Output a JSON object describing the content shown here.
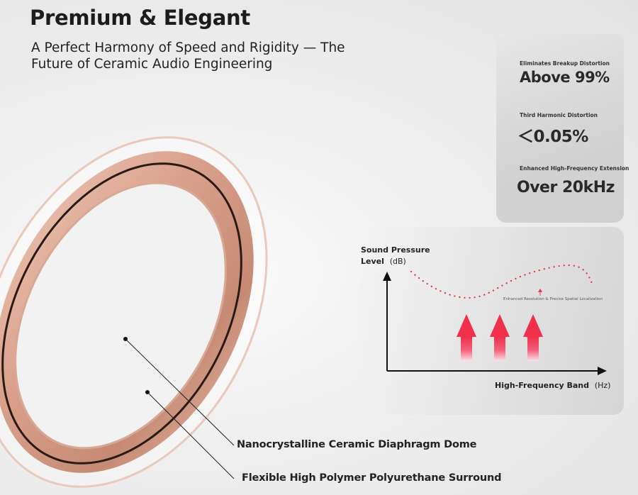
{
  "header": {
    "title": "Premium & Elegant",
    "subtitle_line1": "A Perfect Harmony of Speed and Rigidity — The",
    "subtitle_line2": "Future of Ceramic Audio Engineering"
  },
  "stats": [
    {
      "label": "Eliminates Breakup Distortion",
      "value": "Above 99%"
    },
    {
      "label": "Third Harmonic Distortion",
      "value": "＜0.05%"
    },
    {
      "label": "Enhanced High-Frequency Extension",
      "value": "Over 20kHz"
    }
  ],
  "chart": {
    "y_label_line1": "Sound Pressure",
    "y_label_line2": "Level",
    "y_unit": "(dB)",
    "x_label": "High-Frequency Band",
    "x_unit": "(Hz)",
    "annotation": "Enhanced Resolution & Precise Spatial Localization",
    "curve_color": "#e53040",
    "arrow_color": "#f0304a",
    "arrow_count": 3
  },
  "callouts": [
    "Nanocrystalline Ceramic Diaphragm Dome",
    "Flexible High Polymer Polyurethane Surround"
  ]
}
